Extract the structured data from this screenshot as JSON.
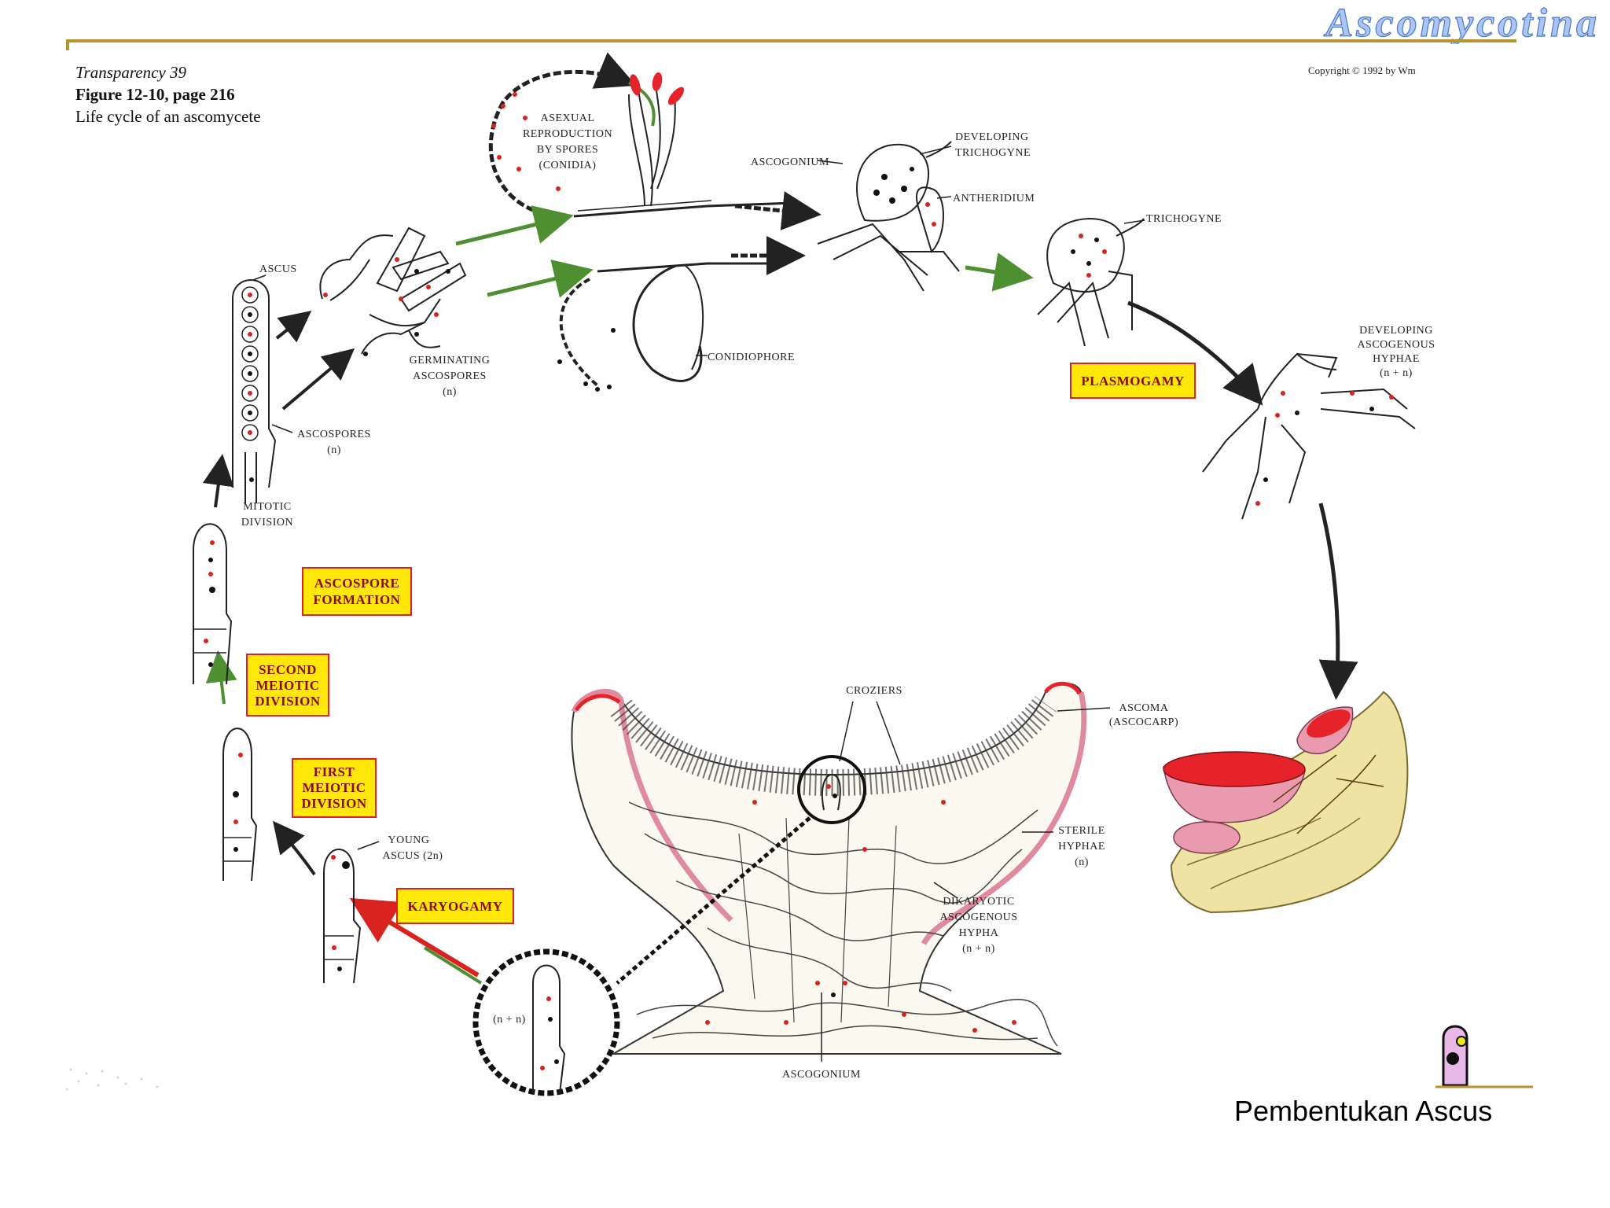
{
  "brand": {
    "text": "Ascomycotina",
    "color": "#a9c6f5"
  },
  "caption": {
    "line1": "Transparency 39",
    "line2": "Figure 12-10, page 216",
    "line3": "Life cycle of an ascomycete"
  },
  "copyright": "Copyright © 1992 by Wm",
  "labels": {
    "asexual": [
      "ASEXUAL",
      "REPRODUCTION",
      "BY SPORES",
      "(CONIDIA)"
    ],
    "ascogonium_top": "ASCOGONIUM",
    "developing_trichogyne": [
      "DEVELOPING",
      "TRICHOGYNE"
    ],
    "antheridium": "ANTHERIDIUM",
    "trichogyne": "TRICHOGYNE",
    "ascus": "ASCUS",
    "germinating_ascospores": [
      "GERMINATING",
      "ASCOSPORES",
      "(n)"
    ],
    "conidiophore": "CONIDIOPHORE",
    "ascospores": [
      "ASCOSPORES",
      "(n)"
    ],
    "mitotic_division": [
      "MITOTIC",
      "DIVISION"
    ],
    "developing_ascogenous": [
      "DEVELOPING",
      "ASCOGENOUS",
      "HYPHAE",
      "(n + n)"
    ],
    "croziers": "CROZIERS",
    "ascoma": [
      "ASCOMA",
      "(ASCOCARP)"
    ],
    "young_ascus": [
      "YOUNG",
      "ASCUS (2n)"
    ],
    "sterile_hyphae": [
      "STERILE",
      "HYPHAE",
      "(n)"
    ],
    "dikaryotic": [
      "DIKARYOTIC",
      "ASCOGENOUS",
      "HYPHA",
      "(n + n)"
    ],
    "ascogonium_bottom": "ASCOGONIUM",
    "n_plus_n": "(n + n)"
  },
  "stages": {
    "plasmogamy": [
      "PLASMOGAMY"
    ],
    "ascospore_formation": [
      "ASCOSPORE",
      "FORMATION"
    ],
    "second_meiotic": [
      "SECOND",
      "MEIOTIC",
      "DIVISION"
    ],
    "first_meiotic": [
      "FIRST",
      "MEIOTIC",
      "DIVISION"
    ],
    "karyogamy": [
      "KARYOGAMY"
    ]
  },
  "colors": {
    "stage_fill": "#ffe80a",
    "stage_border": "#e0201a",
    "stage_text": "#8a0a0a",
    "ascocarp_red": "#e6232a",
    "ascocarp_pink": "#e99aae",
    "substrate": "#efe3a4",
    "arrow_green": "#4e8f32",
    "arrow_red": "#d9231f",
    "rule": "#b8922e"
  },
  "bottom_caption": "Pembentukan Ascus"
}
